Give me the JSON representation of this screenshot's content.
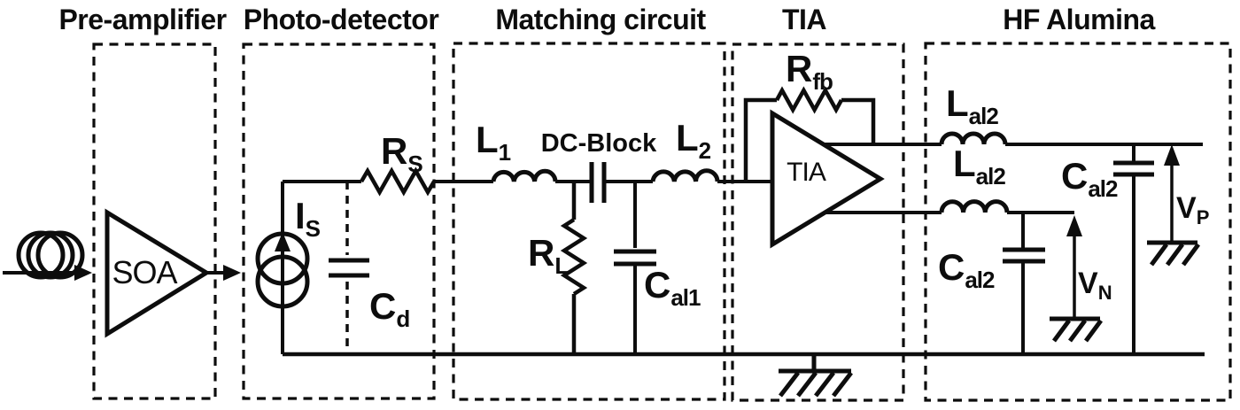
{
  "colors": {
    "ink": "#0d0d0d",
    "background": "#ffffff"
  },
  "sections": {
    "pre_amplifier": "Pre-amplifier",
    "photo_detector": "Photo-detector",
    "matching_circuit": "Matching circuit",
    "tia": "TIA",
    "hf_alumina": "HF Alumina"
  },
  "components": {
    "soa": "SOA",
    "tia_amp": "TIA",
    "is": {
      "main": "I",
      "sub": "S"
    },
    "cd": {
      "main": "C",
      "sub": "d"
    },
    "rs": {
      "main": "R",
      "sub": "S"
    },
    "l1": {
      "main": "L",
      "sub": "1"
    },
    "dc_block": "DC-Block",
    "l2": {
      "main": "L",
      "sub": "2"
    },
    "rl": {
      "main": "R",
      "sub": "L"
    },
    "cal1": {
      "main": "C",
      "sub": "al1"
    },
    "rfb": {
      "main": "R",
      "sub": "fb"
    },
    "lal2_top": {
      "main": "L",
      "sub": "al2"
    },
    "lal2_bottom": {
      "main": "L",
      "sub": "al2"
    },
    "cal2_top": {
      "main": "C",
      "sub": "al2"
    },
    "cal2_bottom": {
      "main": "C",
      "sub": "al2"
    },
    "vp": {
      "main": "V",
      "sub": "P"
    },
    "vn": {
      "main": "V",
      "sub": "N"
    }
  }
}
